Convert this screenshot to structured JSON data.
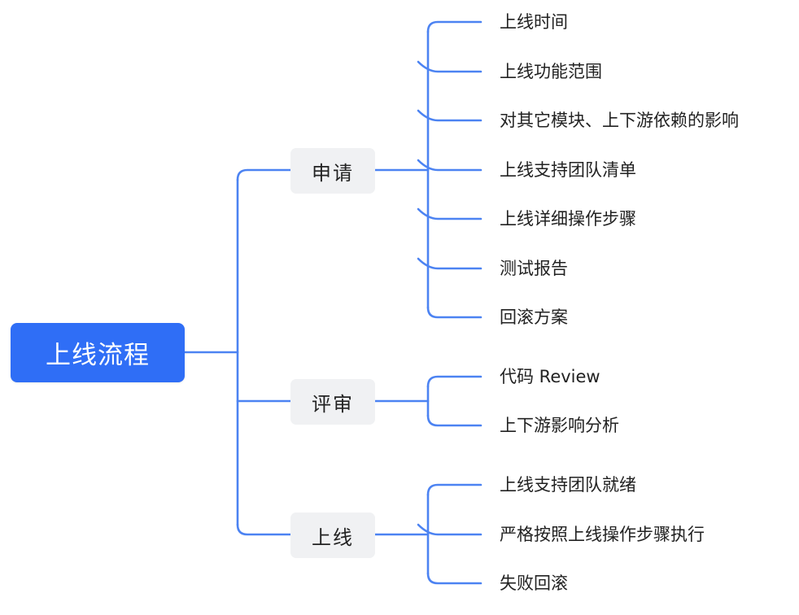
{
  "diagram": {
    "root": {
      "label": "上线流程"
    },
    "branches": [
      {
        "label": "申请",
        "items": [
          "上线时间",
          "上线功能范围",
          "对其它模块、上下游依赖的影响",
          "上线支持团队清单",
          "上线详细操作步骤",
          "测试报告",
          "回滚方案"
        ]
      },
      {
        "label": "评审",
        "items": [
          "代码 Review",
          "上下游影响分析"
        ]
      },
      {
        "label": "上线",
        "items": [
          "上线支持团队就绪",
          "严格按照上线操作步骤执行",
          "失败回滚"
        ]
      }
    ],
    "colors": {
      "root_fill": "#2f6ef6",
      "branch_fill": "#f0f1f3",
      "connector": "#4c83f2",
      "text": "#222222"
    }
  }
}
